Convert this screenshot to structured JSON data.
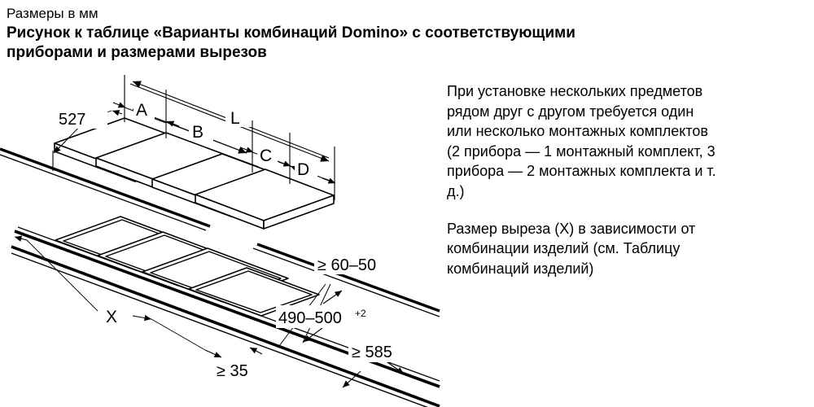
{
  "header": {
    "units_note": "Размеры в мм",
    "title_lines": [
      "Рисунок к таблице «Варианты комбинаций Domino» с соответствующими",
      "приборами и размерами вырезов"
    ]
  },
  "notes": {
    "paragraph1_lines": [
      "При установке нескольких предметов",
      "рядом друг с другом требуется один",
      "или несколько монтажных комплектов",
      "(2 прибора — 1 монтажный комплект, 3",
      "прибора — 2 монтажных комплекта и т.",
      "д.)"
    ],
    "paragraph2_lines": [
      "Размер выреза (X) в зависимости от",
      "комбинации изделий (см. Таблицу",
      "комбинаций изделий)"
    ]
  },
  "diagram": {
    "appliance_view": {
      "labels": {
        "depth": "527",
        "gap_a": "A",
        "width_b": "B",
        "gap_c": "C",
        "width_d": "D",
        "total_l": "L"
      }
    },
    "cutout_view": {
      "labels": {
        "front_clearance": "≥ 60–50",
        "cutout_depth": "490–500",
        "cutout_depth_sup": "+2",
        "side_clearance": "≥ 35",
        "worktop_depth": "≥ 585",
        "cutout_width": "X"
      }
    }
  },
  "colors": {
    "ink": "#000000",
    "paper": "#ffffff",
    "thin_line": "#1a1a1a"
  }
}
